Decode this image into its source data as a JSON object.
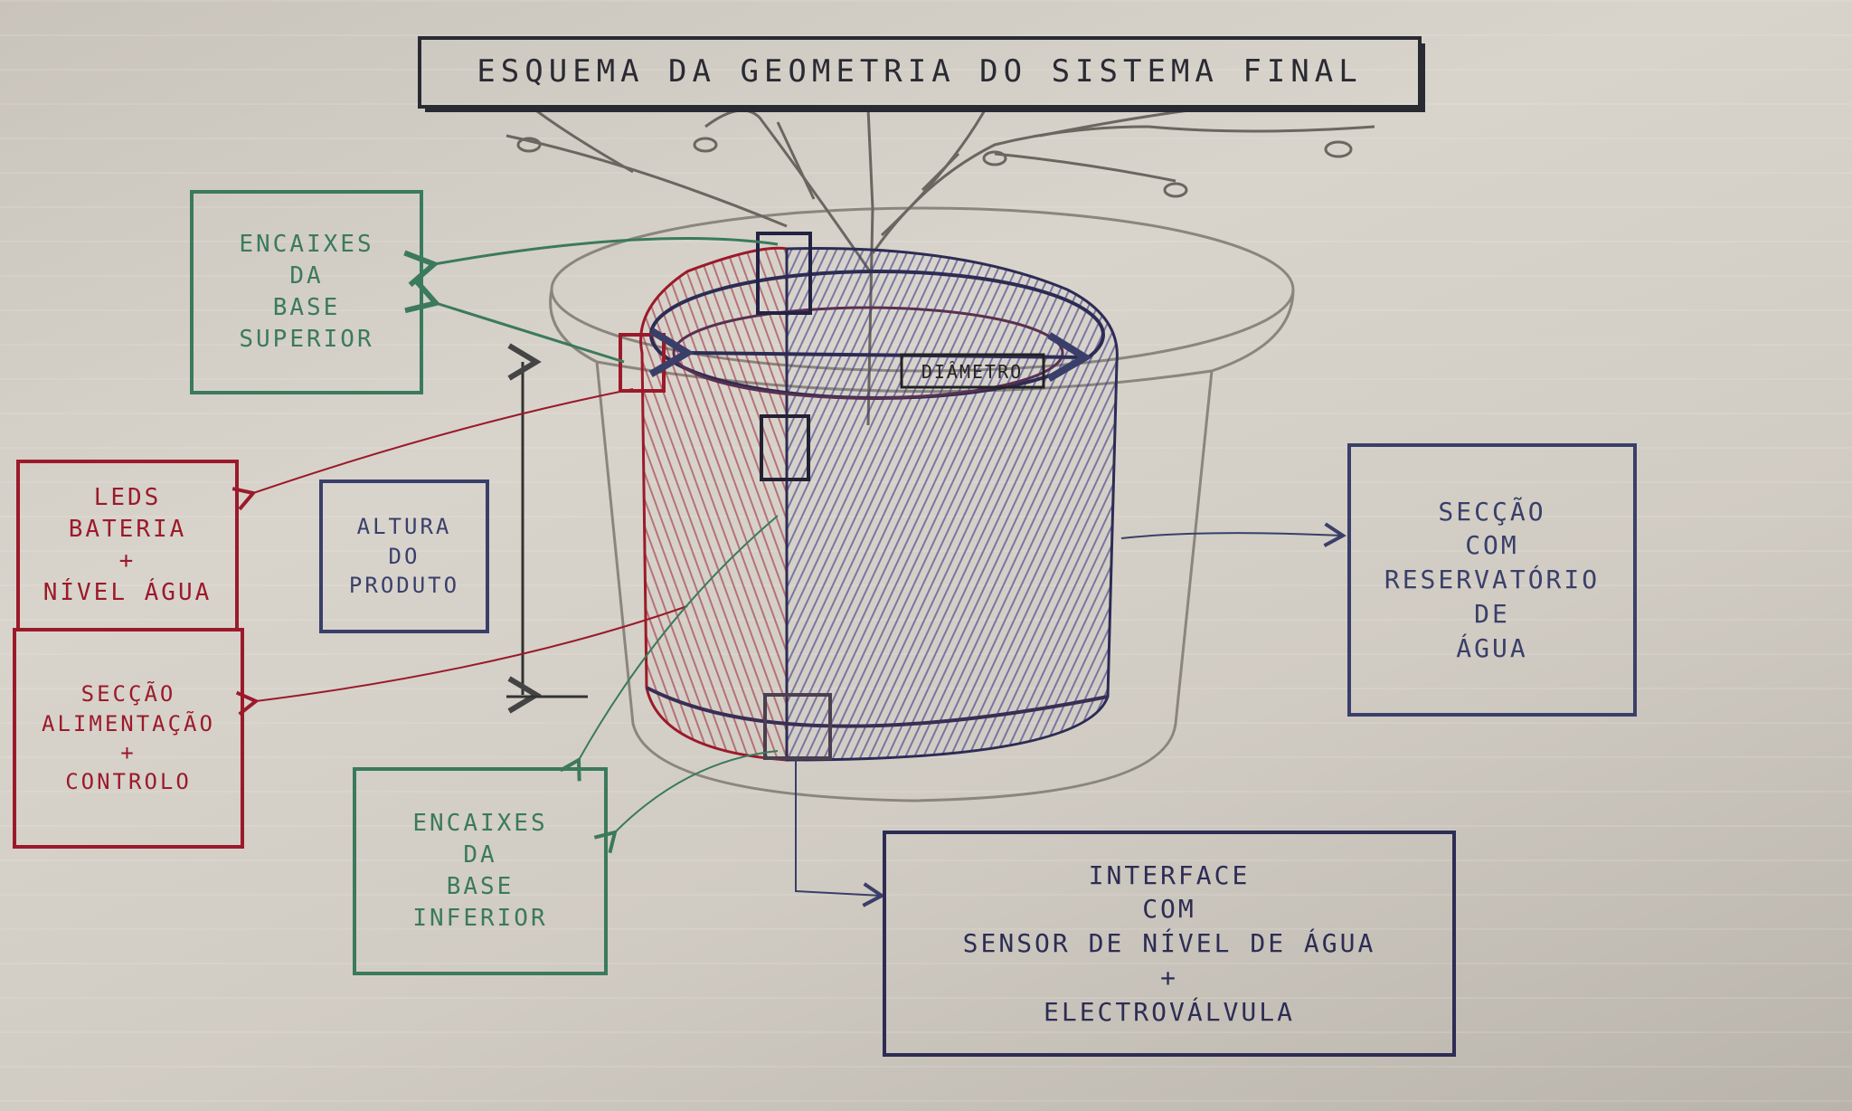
{
  "title": "ESQUEMA DA GEOMETRIA DO SISTEMA FINAL",
  "labels": {
    "encaixes_superior": [
      "ENCAIXES",
      "DA",
      "BASE",
      "SUPERIOR"
    ],
    "leds": [
      "LEDS",
      "BATERIA",
      "+",
      "NÍVEL ÁGUA"
    ],
    "alimentacao": [
      "SECÇÃO",
      "ALIMENTAÇÃO",
      "+",
      "CONTROLO"
    ],
    "altura": [
      "ALTURA",
      "DO",
      "PRODUTO"
    ],
    "encaixes_inferior": [
      "ENCAIXES",
      "DA",
      "BASE",
      "INFERIOR"
    ],
    "reservatorio": [
      "SECÇÃO",
      "COM",
      "RESERVATÓRIO",
      "DE",
      "ÁGUA"
    ],
    "interface": [
      "INTERFACE",
      "COM",
      "SENSOR DE NÍVEL DE ÁGUA",
      "+",
      "ELECTROVÁLVULA"
    ],
    "diametro": "DIÂMETRO"
  },
  "colors": {
    "green": "#3b7a5c",
    "red": "#9b1a2a",
    "blue": "#3a3f6a",
    "navy": "#2d2c55",
    "pencil": "#8a857d"
  },
  "icons": [
    "plant-branches",
    "pot-outline",
    "cylinder-product"
  ]
}
